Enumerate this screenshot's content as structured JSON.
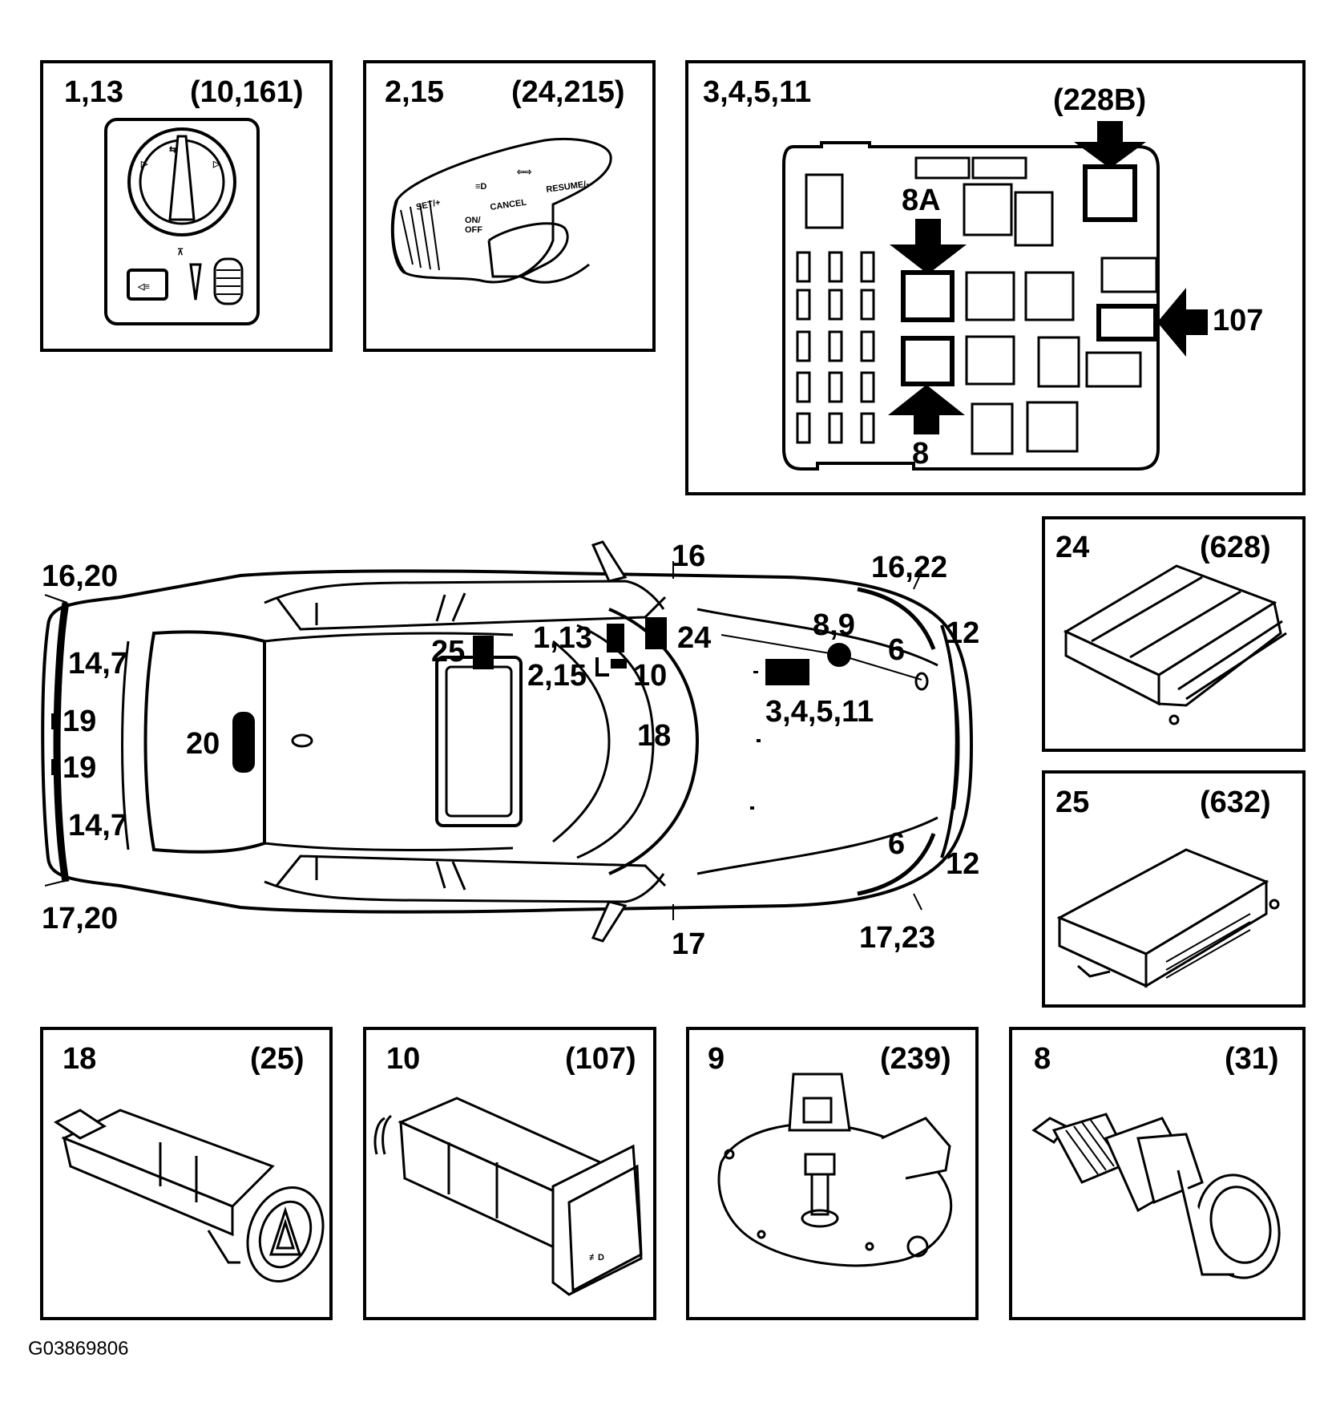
{
  "panels": {
    "p1": {
      "refs": "1,13",
      "code": "(10,161)"
    },
    "p2": {
      "refs": "2,15",
      "code": "(24,215)"
    },
    "p3": {
      "refs": "3,4,5,11",
      "code": "(228B)",
      "arrows": [
        "8A",
        "8",
        "107"
      ]
    },
    "p24": {
      "refs": "24",
      "code": "(628)"
    },
    "p25": {
      "refs": "25",
      "code": "(632)"
    },
    "p18": {
      "refs": "18",
      "code": "(25)"
    },
    "p10": {
      "refs": "10",
      "code": "(107)"
    },
    "p9": {
      "refs": "9",
      "code": "(239)"
    },
    "p8": {
      "refs": "8",
      "code": "(31)"
    }
  },
  "stalk_text": {
    "set": "SET/+",
    "onoff_1": "ON/",
    "onoff_2": "OFF",
    "cancel": "CANCEL",
    "resume": "RESUME/-"
  },
  "car_labels": {
    "c16_20": "16,20",
    "c14_7_top": "14,7",
    "c19_top": "19",
    "c20": "20",
    "c19_bottom": "19",
    "c14_7_bottom": "14,7",
    "c17_20": "17,20",
    "c25": "25",
    "c1_13": "1,13",
    "c2_15": "2,15",
    "c10": "10",
    "c24": "24",
    "c16": "16",
    "c18": "18",
    "c17": "17",
    "c8_9": "8,9",
    "c3_4_5_11": "3,4,5,11",
    "c16_22": "16,22",
    "c12_top": "12",
    "c6_top": "6",
    "c6_bottom": "6",
    "c12_bottom": "12",
    "c17_23": "17,23"
  },
  "figure_code": "G03869806"
}
